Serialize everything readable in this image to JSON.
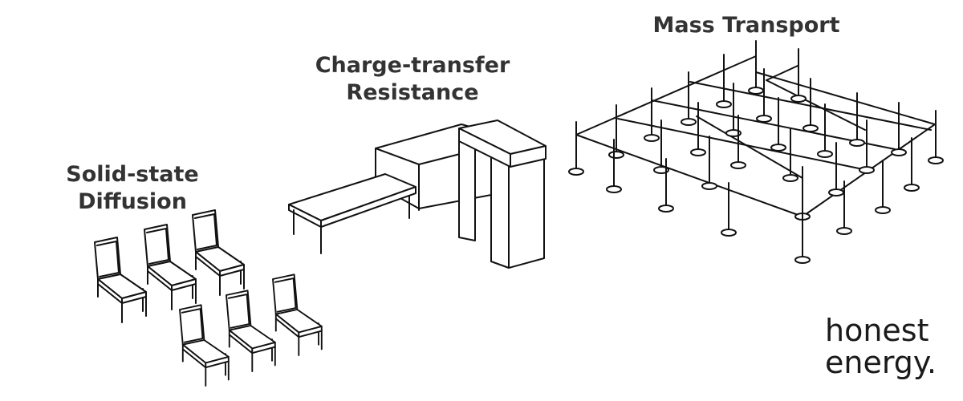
{
  "labels": {
    "solid_state": "Solid-state Diffusion",
    "charge_transfer_line1": "Charge-transfer",
    "charge_transfer_line2": "Resistance",
    "mass_transport": "Mass Transport"
  },
  "logo": {
    "line1": "honest",
    "line2": "energy."
  },
  "colors": {
    "text": "#333333",
    "line": "#111111",
    "background": "#ffffff"
  }
}
